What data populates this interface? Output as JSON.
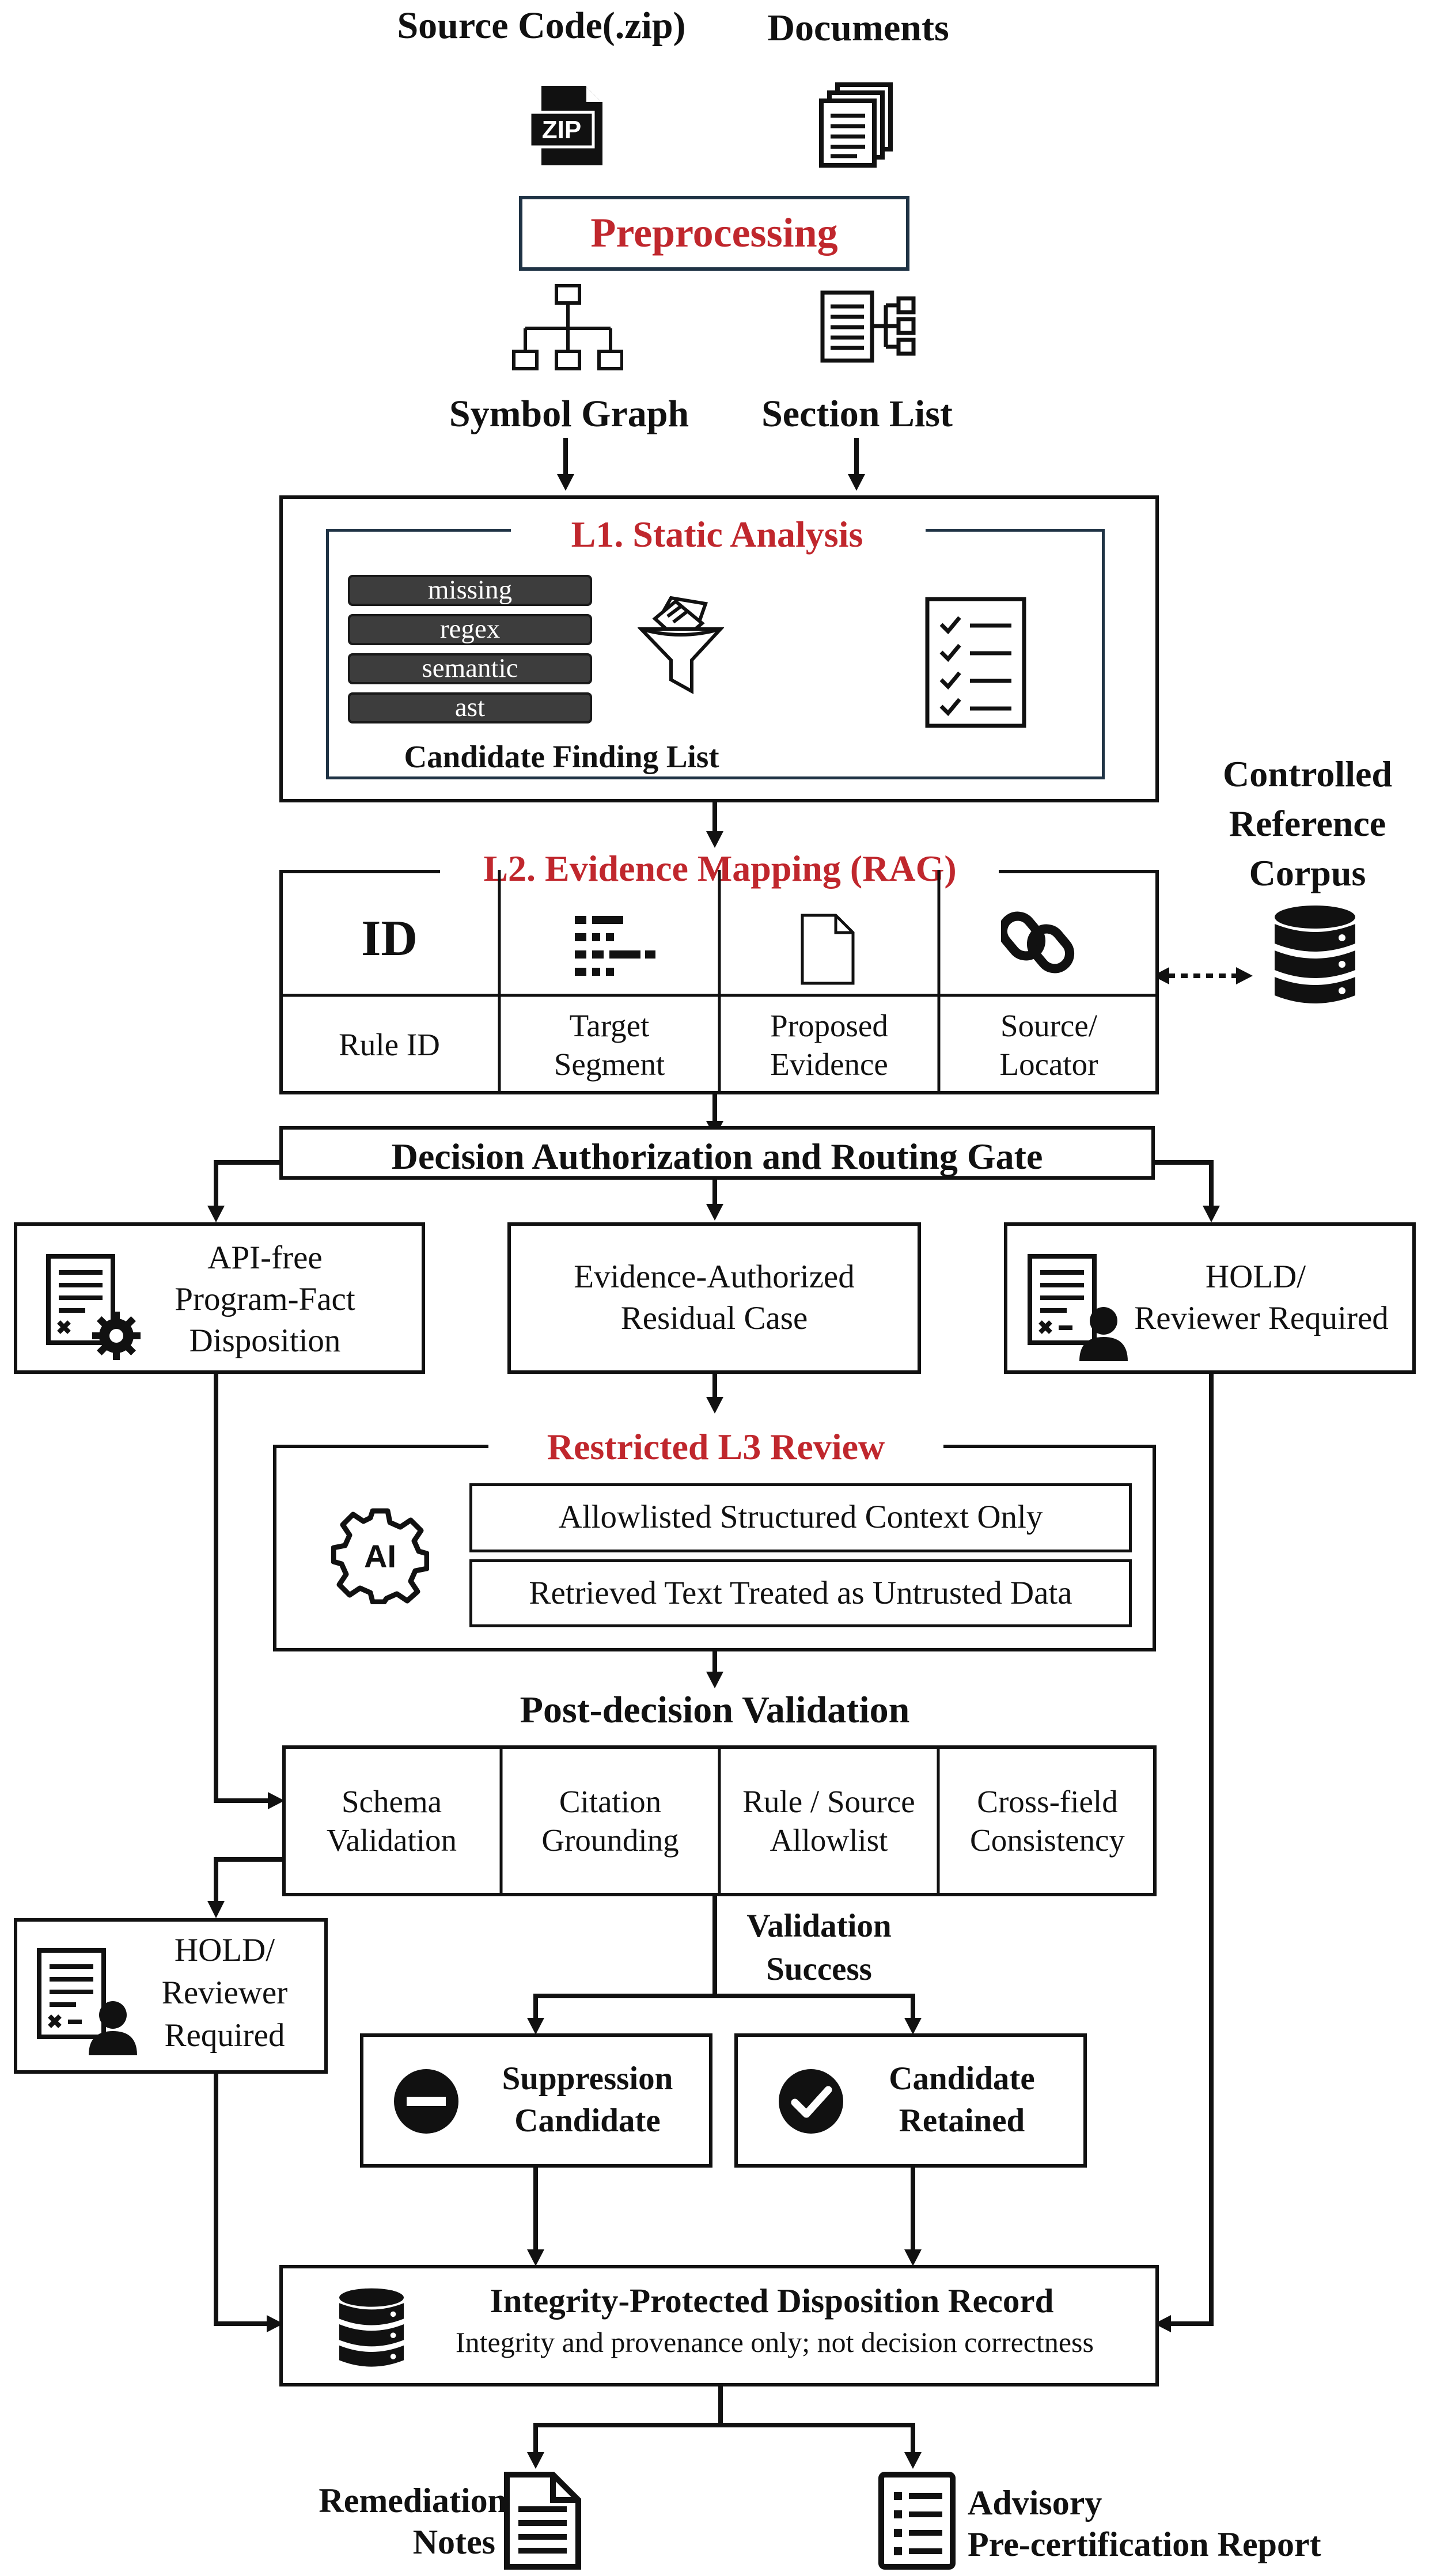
{
  "inputs": {
    "source_code": "Source Code(.zip)",
    "documents": "Documents",
    "zip_badge": "ZIP"
  },
  "preprocessing": {
    "title": "Preprocessing",
    "symbol_graph": "Symbol Graph",
    "section_list": "Section List"
  },
  "l1": {
    "title": "L1. Static Analysis",
    "analyzers": [
      "missing",
      "regex",
      "semantic",
      "ast"
    ],
    "output_label": "Candidate Finding List"
  },
  "corpus": {
    "line1": "Controlled",
    "line2": "Reference",
    "line3": "Corpus"
  },
  "l2": {
    "title": "L2. Evidence Mapping (RAG)",
    "id_glyph": "ID",
    "fields": [
      {
        "line1": "Rule ID",
        "line2": ""
      },
      {
        "line1": "Target",
        "line2": "Segment"
      },
      {
        "line1": "Proposed",
        "line2": "Evidence"
      },
      {
        "line1": "Source/",
        "line2": "Locator"
      }
    ]
  },
  "gate": {
    "title": "Decision Authorization and Routing Gate"
  },
  "routes": {
    "api_free": {
      "line1": "API-free",
      "line2": "Program-Fact",
      "line3": "Disposition"
    },
    "residual": {
      "line1": "Evidence-Authorized",
      "line2": "Residual Case"
    },
    "hold_top": {
      "line1": "HOLD/",
      "line2": "Reviewer Required"
    }
  },
  "l3": {
    "title": "Restricted L3 Review",
    "ai_label": "AI",
    "constraint1": "Allowlisted Structured Context Only",
    "constraint2": "Retrieved Text Treated as Untrusted Data"
  },
  "validation": {
    "title": "Post-decision Validation",
    "checks": [
      {
        "line1": "Schema",
        "line2": "Validation"
      },
      {
        "line1": "Citation",
        "line2": "Grounding"
      },
      {
        "line1": "Rule / Source",
        "line2": "Allowlist"
      },
      {
        "line1": "Cross-field",
        "line2": "Consistency"
      }
    ],
    "success_line1": "Validation",
    "success_line2": "Success"
  },
  "hold_left": {
    "line1": "HOLD/",
    "line2": "Reviewer",
    "line3": "Required"
  },
  "outcomes": {
    "suppression_line1": "Suppression",
    "suppression_line2": "Candidate",
    "retained_line1": "Candidate",
    "retained_line2": "Retained"
  },
  "record": {
    "title": "Integrity-Protected Disposition Record",
    "subtitle": "Integrity and provenance only; not decision correctness"
  },
  "outputs": {
    "remediation_line1": "Remediation",
    "remediation_line2": "Notes",
    "advisory_line1": "Advisory",
    "advisory_line2": "Pre-certification Report"
  }
}
